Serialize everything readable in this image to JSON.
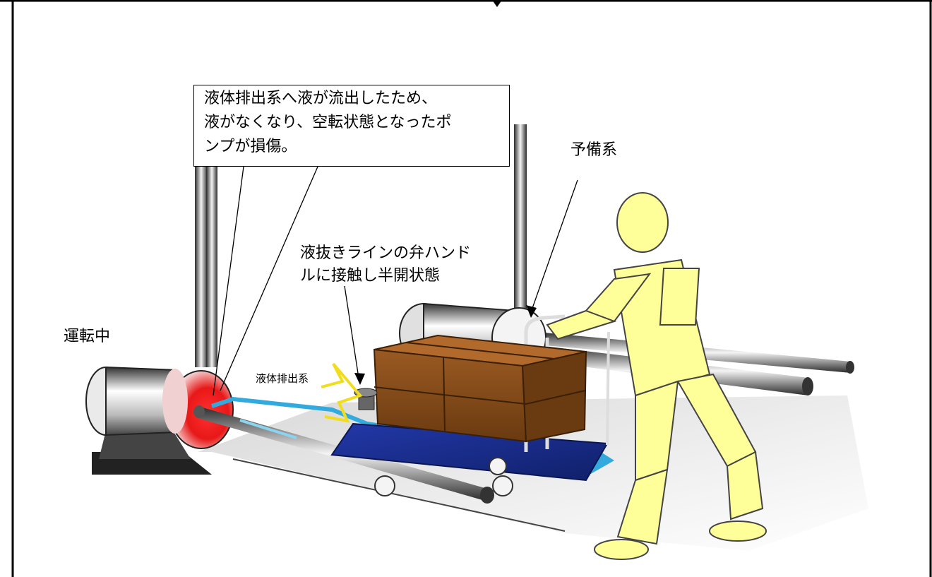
{
  "callout_main": {
    "lines": [
      "液体排出系へ液が流出したため、",
      "液がなくなり、空転状態となったポ",
      "ンプが損傷。"
    ]
  },
  "label_standby": "予備系",
  "label_valve": {
    "lines": [
      "液抜きラインの弁ハンド",
      "ルに接触し半開状態"
    ]
  },
  "label_running": "運転中",
  "label_drain": "液体排出系",
  "colors": {
    "frame": "#000000",
    "cart": "#1f3a9a",
    "boxes": "#7a4418",
    "person": "#ffff99",
    "pump_glow": "#e82020",
    "liquid": "#33aadd",
    "spark": "#f2dc1e"
  }
}
